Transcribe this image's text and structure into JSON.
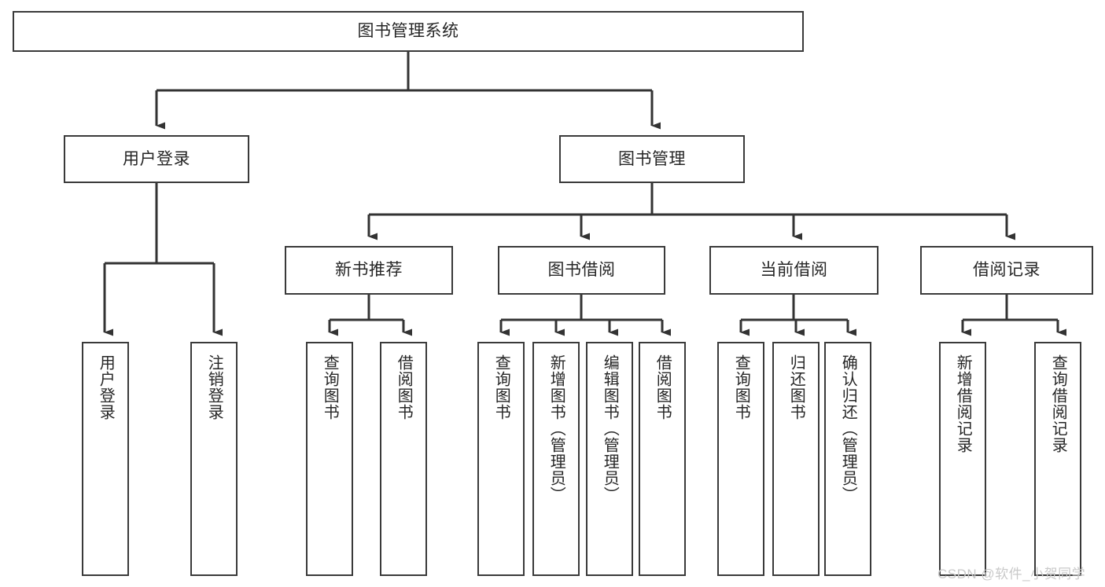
{
  "diagram": {
    "title": "图书管理系统",
    "type": "hierarchy-tree",
    "colors": {
      "background": "#ffffff",
      "box_border": "#3a3a3a",
      "box_fill": "#ffffff",
      "text": "#262626",
      "connector": "#333333",
      "watermark": "#c9c9c9"
    },
    "root": {
      "label": "图书管理系统"
    },
    "level1": [
      {
        "label": "用户登录"
      },
      {
        "label": "图书管理"
      }
    ],
    "level2": [
      {
        "label": "新书推荐"
      },
      {
        "label": "图书借阅"
      },
      {
        "label": "当前借阅"
      },
      {
        "label": "借阅记录"
      }
    ],
    "leaves": {
      "user_login": [
        {
          "label": "用户登录"
        },
        {
          "label": "注销登录"
        }
      ],
      "new_book_recommend": [
        {
          "label": "查询图书"
        },
        {
          "label": "借阅图书"
        }
      ],
      "book_borrow": [
        {
          "label": "查询图书"
        },
        {
          "label": "新增图书（管理员）"
        },
        {
          "label": "编辑图书（管理员）"
        },
        {
          "label": "借阅图书"
        }
      ],
      "current_borrow": [
        {
          "label": "查询图书"
        },
        {
          "label": "归还图书"
        },
        {
          "label": "确认归还（管理员）"
        }
      ],
      "borrow_record": [
        {
          "label": "新增借阅记录"
        },
        {
          "label": "查询借阅记录"
        }
      ]
    },
    "watermark": "CSDN @软件_小贺同学"
  }
}
